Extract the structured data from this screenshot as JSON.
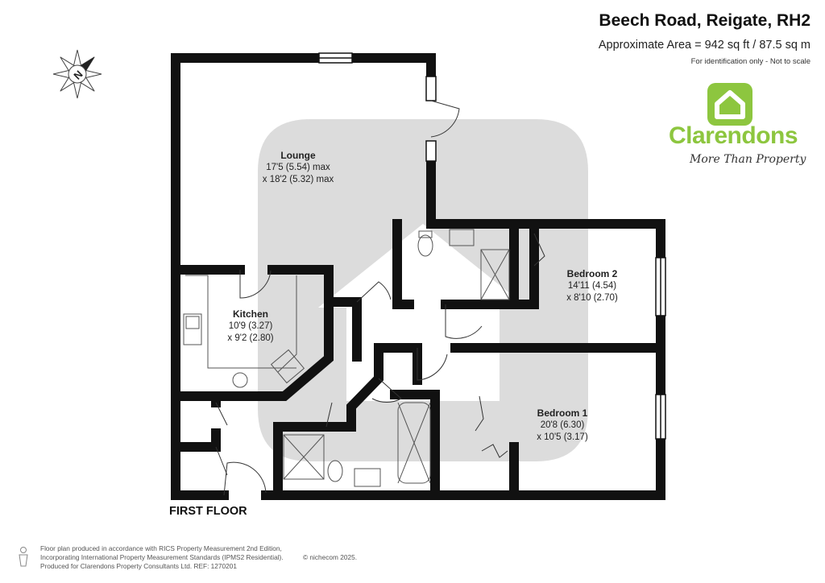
{
  "header": {
    "title": "Beech Road, Reigate, RH2",
    "area": "Approximate Area = 942 sq ft / 87.5 sq m",
    "note": "For identification only - Not to scale"
  },
  "brand": {
    "name": "Clarendons",
    "tagline": "More Than Property",
    "color": "#8dc63f"
  },
  "compass": {
    "label": "N",
    "icon": "compass-icon"
  },
  "rooms": {
    "lounge": {
      "name": "Lounge",
      "dim1": "17'5 (5.54) max",
      "dim2": "x 18'2 (5.32) max"
    },
    "kitchen": {
      "name": "Kitchen",
      "dim1": "10'9 (3.27)",
      "dim2": "x 9'2 (2.80)"
    },
    "bedroom2": {
      "name": "Bedroom 2",
      "dim1": "14'11 (4.54)",
      "dim2": "x 8'10 (2.70)"
    },
    "bedroom1": {
      "name": "Bedroom 1",
      "dim1": "20'8 (6.30)",
      "dim2": "x 10'5 (3.17)"
    }
  },
  "floor_label": "FIRST FLOOR",
  "footer": {
    "line1": "Floor plan produced in accordance with RICS Property Measurement 2nd Edition,",
    "line2": "Incorporating International Property Measurement Standards (IPMS2 Residential).",
    "copyright": "© nichecom 2025.",
    "line3": "Produced for Clarendons Property Consultants Ltd.   REF:  1270201"
  },
  "colors": {
    "wall": "#111111",
    "watermark": "#dcdcdc",
    "fixture": "#555555"
  }
}
